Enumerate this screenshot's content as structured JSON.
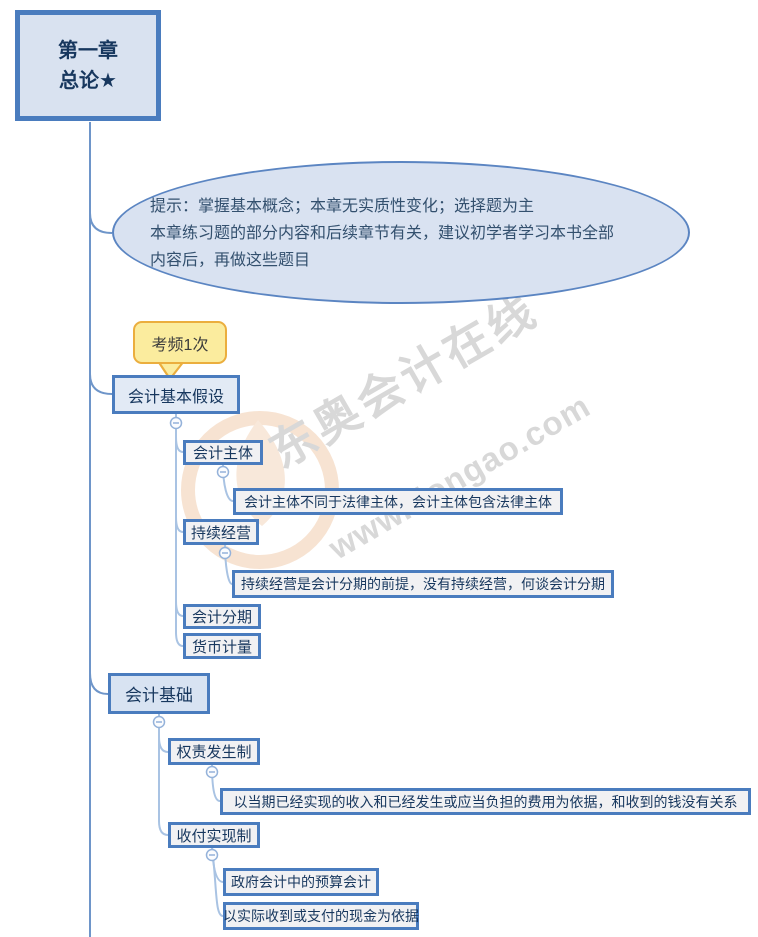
{
  "root": {
    "label": "第一章\n总论★"
  },
  "tip": {
    "text": "提示：掌握基本概念；本章无实质性变化；选择题为主\n本章练习题的部分内容和后续章节有关，建议初学者学习本书全部\n内容后，再做这些题目"
  },
  "callout": {
    "label": "考频1次"
  },
  "branches": [
    {
      "label": "会计基本假设",
      "children": [
        {
          "label": "会计主体",
          "note": "会计主体不同于法律主体，会计主体包含法律主体"
        },
        {
          "label": "持续经营",
          "note": "持续经营是会计分期的前提，没有持续经营，何谈会计分期"
        },
        {
          "label": "会计分期"
        },
        {
          "label": "货币计量"
        }
      ]
    },
    {
      "label": "会计基础",
      "children": [
        {
          "label": "权责发生制",
          "note": "以当期已经实现的收入和已经发生或应当负担的费用为依据，和收到的钱没有关系"
        },
        {
          "label": "收付实现制",
          "notes": [
            "政府会计中的预算会计",
            "以实际收到或支付的现金为依据"
          ]
        }
      ]
    }
  ],
  "watermark": {
    "brand": "东奥会计在线",
    "url": "www.dongao.com"
  },
  "colors": {
    "node_border": "#4a7cbe",
    "node_text": "#17375e",
    "parent_fill": "#d9e2f0",
    "leaf_fill": "#f1f1f3",
    "ellipse_fill": "#d9e2f1",
    "callout_fill": "#fbec9e",
    "callout_border": "#ebae3e",
    "connector": "#a9c3e3",
    "watermark_gray": "#d8d8d8"
  }
}
